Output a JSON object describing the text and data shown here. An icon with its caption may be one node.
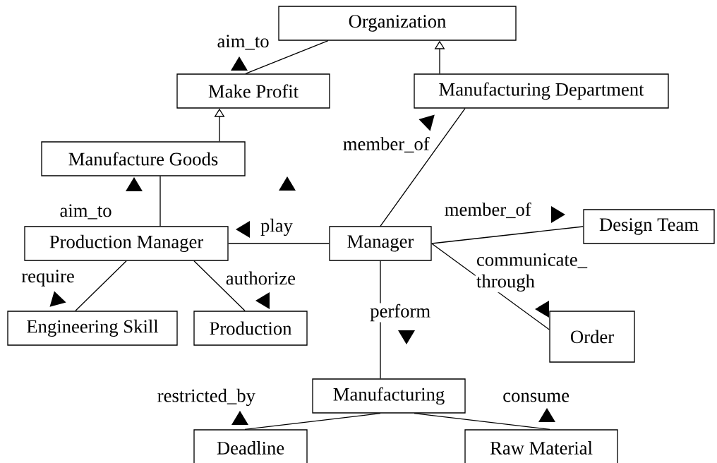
{
  "diagram": {
    "nodes": [
      {
        "text": [
          "Organization"
        ]
      },
      {
        "text": [
          "Make Profit"
        ]
      },
      {
        "text": [
          "Manufacturing Department"
        ]
      },
      {
        "text": [
          "Manufacture Goods"
        ]
      },
      {
        "text": [
          "Production Manager"
        ]
      },
      {
        "text": [
          "Manager"
        ]
      },
      {
        "text": [
          "Design Team"
        ]
      },
      {
        "text": [
          "Engineering Skill"
        ]
      },
      {
        "text": [
          "Production"
        ]
      },
      {
        "text": [
          "Order"
        ]
      },
      {
        "text": [
          "Manufacturing"
        ]
      },
      {
        "text": [
          "Deadline"
        ]
      },
      {
        "text": [
          "Raw Material"
        ]
      }
    ],
    "edges": [
      {
        "from": 0,
        "to": 1,
        "arrow": "none",
        "label": "aim_to"
      },
      {
        "from": 2,
        "to": 0,
        "arrow": "to"
      },
      {
        "from": 3,
        "to": 1,
        "arrow": "to"
      },
      {
        "from": 4,
        "to": 3,
        "arrow": "none",
        "label": "aim_to"
      },
      {
        "from": 4,
        "to": 5,
        "arrow": "none",
        "label": "play"
      },
      {
        "from": 5,
        "to": 2,
        "arrow": "none",
        "label": "member_of"
      },
      {
        "from": 5,
        "to": 6,
        "arrow": "none",
        "label": "member_of"
      },
      {
        "from": 4,
        "to": 7,
        "arrow": "none",
        "label": "require"
      },
      {
        "from": 4,
        "to": 8,
        "arrow": "none",
        "label": "authorize"
      },
      {
        "from": 5,
        "to": 9,
        "arrow": "none",
        "label": "communicate_ through"
      },
      {
        "from": 5,
        "to": 10,
        "arrow": "none",
        "label": "perform"
      },
      {
        "from": 10,
        "to": 11,
        "arrow": "none",
        "label": "restricted_by"
      },
      {
        "from": 10,
        "to": 12,
        "arrow": "none",
        "label": "consume"
      }
    ]
  }
}
